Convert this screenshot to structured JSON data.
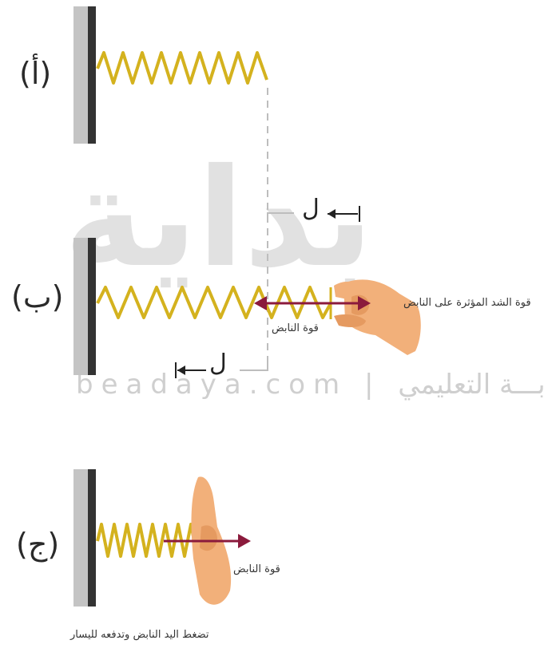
{
  "watermark": {
    "big": "بداية",
    "small": "beadaya.com | بـــة التعليمي"
  },
  "cases": {
    "a": "(أ)",
    "b": "(ب)",
    "c": "(ج)"
  },
  "length_symbol": "ل",
  "labels": {
    "pull_force": "قوة الشد المؤثرة على النابض",
    "spring_force_b": "قوة النابض",
    "spring_force_c": "قوة النابض",
    "caption": "تضغط اليد النابض وتدفعه لليسار"
  },
  "colors": {
    "spring": "#d4b21e",
    "wall_light": "#c4c4c4",
    "wall_dark": "#333333",
    "arrow": "#8b1a3c",
    "guide": "#bdbdbd",
    "skin": "#f2b07a",
    "skin_shade": "#e59a60"
  }
}
